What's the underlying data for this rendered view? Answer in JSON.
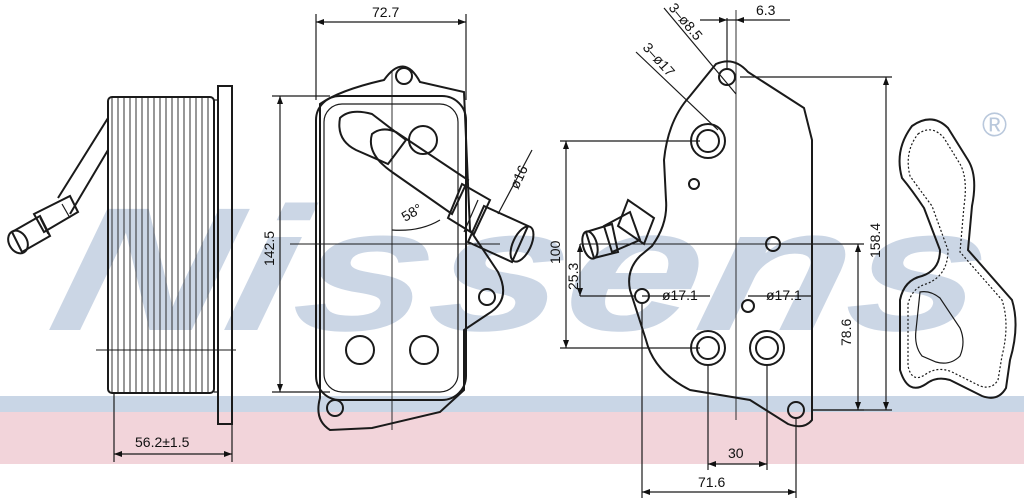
{
  "brand": {
    "watermark": "Nissens",
    "registered_mark": "®",
    "colors": {
      "watermark_blue": "#b9c8dc",
      "band_pink": "#f2d4da",
      "band_blue": "#c9d6e6",
      "line": "#1a1a1a"
    }
  },
  "dimensions": {
    "side_view": {
      "depth": "56.2±1.5"
    },
    "front_view": {
      "width": "72.7",
      "height": "142.5",
      "pipe_diameter": "ø16",
      "pipe_angle": "58°"
    },
    "rear_view": {
      "bolt_holes_small": "3–ø8.5",
      "bolt_holes_large": "3–ø17",
      "hole_offset": "6.3",
      "port_spacing_v": "100",
      "offset_v": "25.3",
      "port_left": "ø17.1",
      "port_right": "ø17.1",
      "height_lower": "78.6",
      "overall_height": "158.4",
      "port_spacing_h": "30",
      "overall_width": "71.6"
    }
  }
}
